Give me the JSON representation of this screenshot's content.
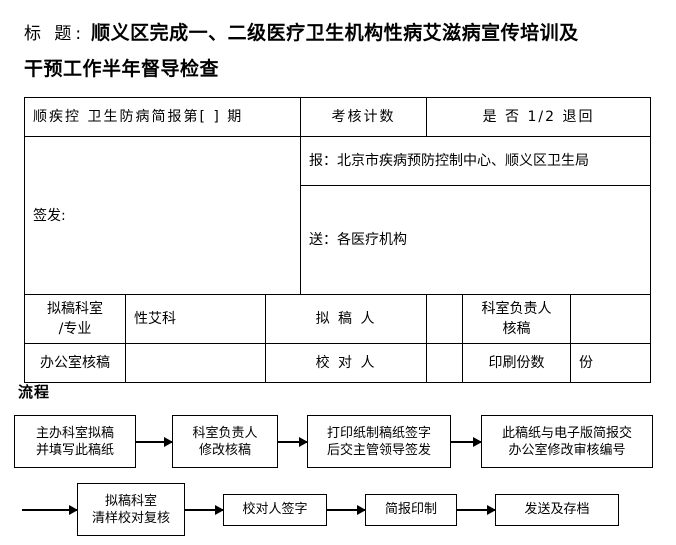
{
  "document": {
    "title_label": "标 题:",
    "title_line1": "顺义区完成一、二级医疗卫生机构性病艾滋病宣传培训及",
    "title_line2": "干预工作半年督导检查"
  },
  "form": {
    "row1": {
      "bulletin_no": "顺疾控  卫生防病简报第[    ]   期",
      "assessment_label": "考核计数",
      "assessment_options": "是   否   1/2   退回"
    },
    "row2": {
      "issuer_label": "签发:",
      "report_to": "报：北京市疾病预防控制中心、顺义区卫生局",
      "send_to": "送：各医疗机构"
    },
    "row3": {
      "draft_dept_label_line1": "拟稿科室",
      "draft_dept_label_line2": "/专业",
      "draft_dept_value": "性艾科",
      "drafter_label": "拟 稿 人",
      "drafter_value": "",
      "dept_head_review_line1": "科室负责人",
      "dept_head_review_line2": "核稿",
      "dept_head_review_value": ""
    },
    "row4": {
      "office_review_label": "办公室核稿",
      "office_review_value": "",
      "proofreader_label": "校 对 人",
      "proofreader_value": "",
      "print_count_label": "印刷份数",
      "print_count_unit": "份"
    }
  },
  "flow": {
    "heading": "流程",
    "steps": [
      {
        "line1": "主办科室拟稿",
        "line2": "并填写此稿纸"
      },
      {
        "line1": "科室负责人",
        "line2": "修改核稿"
      },
      {
        "line1": "打印纸制稿纸签字",
        "line2": "后交主管领导签发"
      },
      {
        "line1": "此稿纸与电子版简报交",
        "line2": "办公室修改审核编号"
      },
      {
        "line1": "拟稿科室",
        "line2": "清样校对复核"
      },
      {
        "line1": "校对人签字",
        "line2": ""
      },
      {
        "line1": "简报印制",
        "line2": ""
      },
      {
        "line1": "发送及存档",
        "line2": ""
      }
    ]
  }
}
